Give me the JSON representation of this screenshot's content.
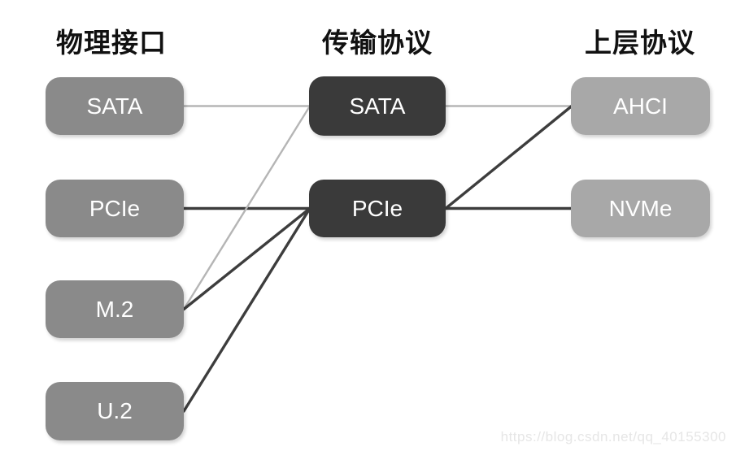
{
  "diagram": {
    "columns": [
      {
        "id": "physical",
        "title": "物理接口",
        "nodes": [
          {
            "id": "phys-sata",
            "label": "SATA"
          },
          {
            "id": "phys-pcie",
            "label": "PCIe"
          },
          {
            "id": "phys-m2",
            "label": "M.2"
          },
          {
            "id": "phys-u2",
            "label": "U.2"
          }
        ]
      },
      {
        "id": "transport",
        "title": "传输协议",
        "nodes": [
          {
            "id": "trans-sata",
            "label": "SATA"
          },
          {
            "id": "trans-pcie",
            "label": "PCIe"
          }
        ]
      },
      {
        "id": "upper",
        "title": "上层协议",
        "nodes": [
          {
            "id": "ahci",
            "label": "AHCI"
          },
          {
            "id": "nvme",
            "label": "NVMe"
          }
        ]
      }
    ],
    "edges": [
      {
        "from": "phys-sata",
        "to": "trans-sata",
        "style": "light"
      },
      {
        "from": "phys-pcie",
        "to": "trans-pcie",
        "style": "dark"
      },
      {
        "from": "phys-m2",
        "to": "trans-sata",
        "style": "light"
      },
      {
        "from": "phys-m2",
        "to": "trans-pcie",
        "style": "dark"
      },
      {
        "from": "phys-u2",
        "to": "trans-pcie",
        "style": "dark"
      },
      {
        "from": "trans-sata",
        "to": "ahci",
        "style": "light"
      },
      {
        "from": "trans-pcie",
        "to": "ahci",
        "style": "dark"
      },
      {
        "from": "trans-pcie",
        "to": "nvme",
        "style": "dark"
      }
    ],
    "colors": {
      "physical_box": "#8a8a8a",
      "transport_box": "#3a3a3a",
      "upper_box": "#a8a8a8",
      "light_line": "#b5b5b5",
      "dark_line": "#3d3d3d",
      "box_text": "#ffffff",
      "header_text": "#111111",
      "watermark_text": "#e6e6e6"
    },
    "watermark": "https://blog.csdn.net/qq_40155300"
  }
}
